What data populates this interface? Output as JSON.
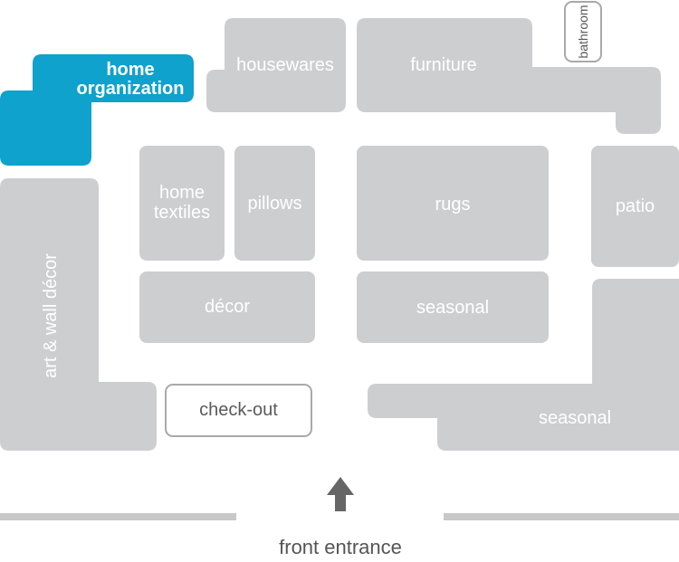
{
  "colors": {
    "department": "#cdced0",
    "highlight": "#0ea2cc",
    "outline": "#a9a9a9",
    "wall": "#c8c8c8",
    "arrow": "#666666"
  },
  "departments": {
    "home_organization": {
      "label_1": "home",
      "label_2": "organization",
      "highlighted": true
    },
    "housewares": {
      "label": "housewares"
    },
    "furniture": {
      "label": "furniture"
    },
    "bathroom": {
      "label": "bathroom"
    },
    "home_textiles": {
      "label_1": "home",
      "label_2": "textiles"
    },
    "pillows": {
      "label": "pillows"
    },
    "rugs": {
      "label": "rugs"
    },
    "patio": {
      "label": "patio"
    },
    "decor": {
      "label": "décor"
    },
    "seasonal_center": {
      "label": "seasonal"
    },
    "art_wall_decor": {
      "label": "art & wall décor"
    },
    "check_out": {
      "label": "check-out"
    },
    "seasonal_corner": {
      "label": "seasonal"
    }
  },
  "entrance": {
    "label": "front entrance",
    "arrow_icon": "arrow-up-icon"
  }
}
